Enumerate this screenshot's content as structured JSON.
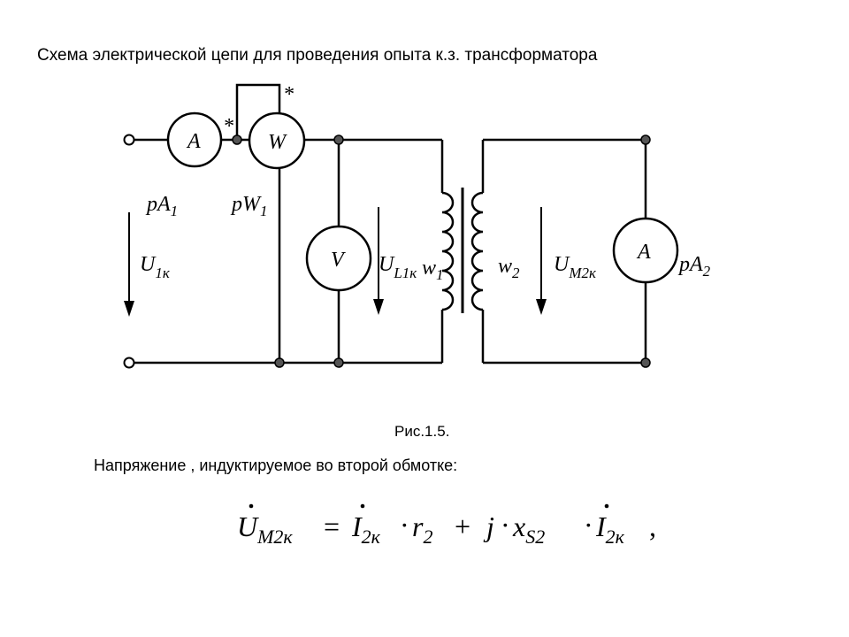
{
  "title": "Схема электрической цепи для проведения опыта к.з. трансформатора",
  "caption": "Рис.1.5.",
  "subtitle": "Напряжение , индуктируемое во второй обмотке:",
  "diagram": {
    "ammeter1_letter": "A",
    "wattmeter_letter": "W",
    "voltmeter_letter": "V",
    "ammeter2_letter": "A",
    "star_mark": "*",
    "label_pA1": "pA",
    "label_pA1_sub": "1",
    "label_pW1": "pW",
    "label_pW1_sub": "1",
    "label_U1k": "U",
    "label_U1k_sub": "1к",
    "label_UL1k": "U",
    "label_UL1k_sub": "L1к",
    "label_w1": "w",
    "label_w1_sub": "1",
    "label_w2": "w",
    "label_w2_sub": "2",
    "label_UM2k": "U",
    "label_UM2k_sub": "M2к",
    "label_pA2": "pA",
    "label_pA2_sub": "2"
  },
  "formula": {
    "lhs": "U",
    "lhs_sub": "M2к",
    "eq": "=",
    "i1": "I",
    "i1_sub": "2к",
    "dot1": "·",
    "r": "r",
    "r_sub": "2",
    "plus": "+",
    "j": "j",
    "dot2": "·",
    "x": "x",
    "x_sub": "S2",
    "dot3": "·",
    "i2": "I",
    "i2_sub": "2к",
    "comma": ","
  }
}
